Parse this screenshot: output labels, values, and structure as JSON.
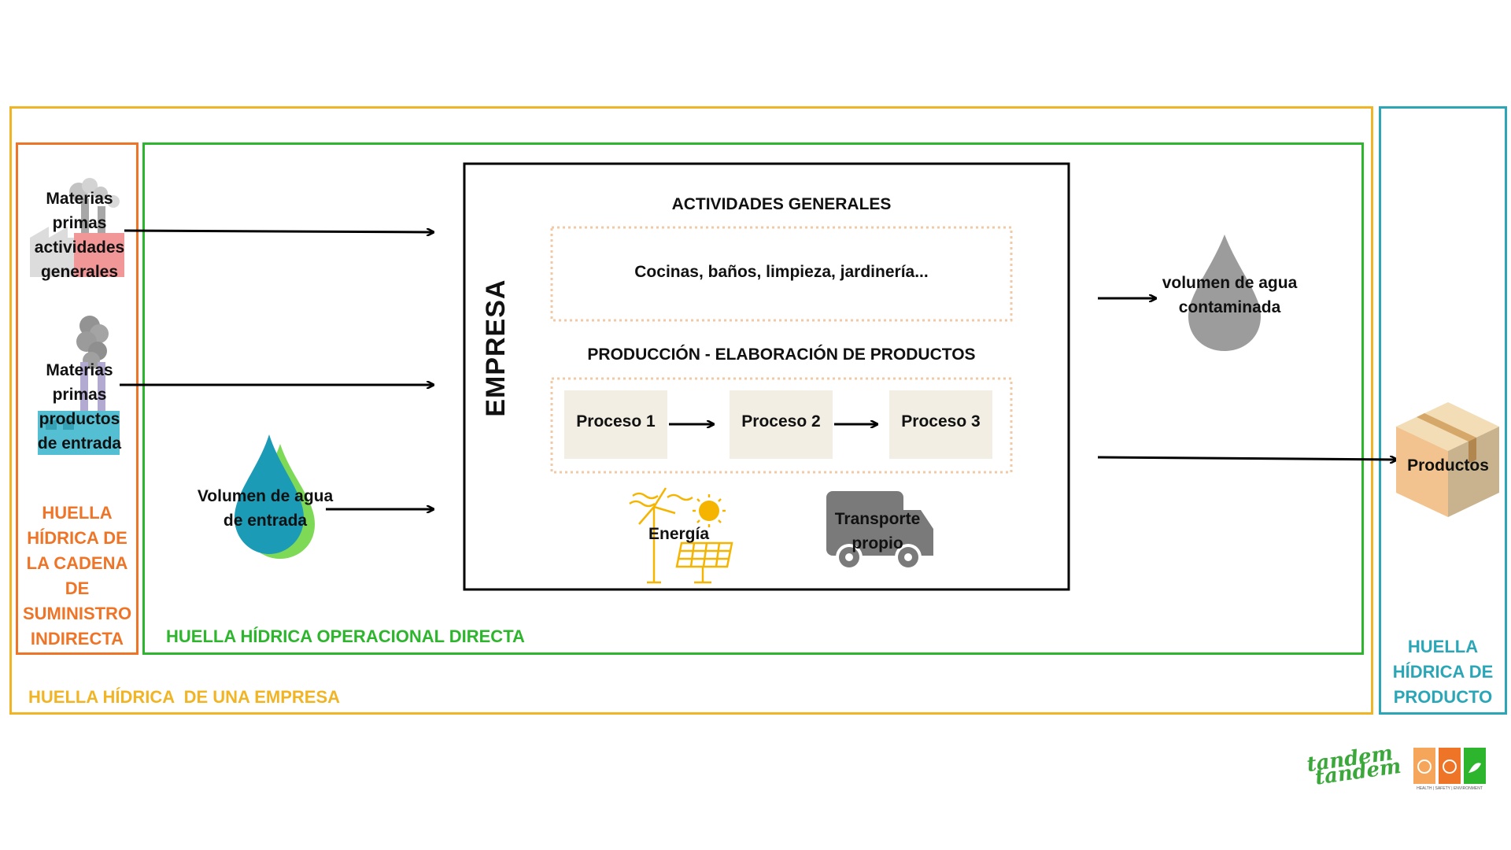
{
  "colors": {
    "empresa_border": "#F0B424",
    "cadena_border": "#EE7527",
    "operacional_border": "#2DB52D",
    "producto_border": "#2BA6B7",
    "empresa_text": "#F0B424",
    "cadena_text": "#EE7527",
    "operacional_text": "#2DB52D",
    "producto_text": "#2BA6B7",
    "process_fill": "#F2EEE3",
    "dotted_border": "#F2C9A5",
    "drop_blue": "#1C9BB6",
    "drop_green": "#7ED957",
    "drop_gray": "#9C9C9C",
    "solar_yellow": "#F4B400",
    "truck_gray": "#7A7A7A",
    "box_fill": "#E9C79C"
  },
  "labels": {
    "empresa_footprint": "HUELLA HÍDRICA  DE UNA EMPRESA",
    "cadena_footprint": [
      "HUELLA",
      "HÍDRICA DE",
      "LA CADENA",
      "DE",
      "SUMINISTRO",
      "INDIRECTA"
    ],
    "operacional_footprint": "HUELLA HÍDRICA OPERACIONAL DIRECTA",
    "producto_footprint": [
      "HUELLA",
      "HÍDRICA DE",
      "PRODUCTO"
    ]
  },
  "inputs": {
    "materias_generales": [
      "Materias",
      "primas",
      "actividades",
      "generales"
    ],
    "materias_entrada": [
      "Materias",
      "primas",
      "productos",
      "de entrada"
    ],
    "agua_entrada": [
      "Volumen de agua",
      "de entrada"
    ]
  },
  "empresa": {
    "title": "EMPRESA",
    "actividades_heading": "ACTIVIDADES GENERALES",
    "actividades_text": "Cocinas, baños, limpieza, jardinería...",
    "produccion_heading": "PRODUCCIÓN - ELABORACIÓN DE PRODUCTOS",
    "procesos": [
      "Proceso 1",
      "Proceso 2",
      "Proceso 3"
    ],
    "energia": "Energía",
    "transporte": [
      "Transporte",
      "propio"
    ]
  },
  "outputs": {
    "agua_contaminada": [
      "volumen de agua",
      "contaminada"
    ],
    "productos": "Productos"
  },
  "icons": {
    "factory": "factory-icon",
    "drop": "water-drop-icon",
    "solar": "solar-wind-energy-icon",
    "truck": "truck-icon",
    "box": "cardboard-box-icon",
    "arrow": "arrow-right-icon"
  },
  "logo": {
    "brand": "tandem",
    "tagline": "HEALTH | SAFETY | ENVIRONMENT"
  }
}
